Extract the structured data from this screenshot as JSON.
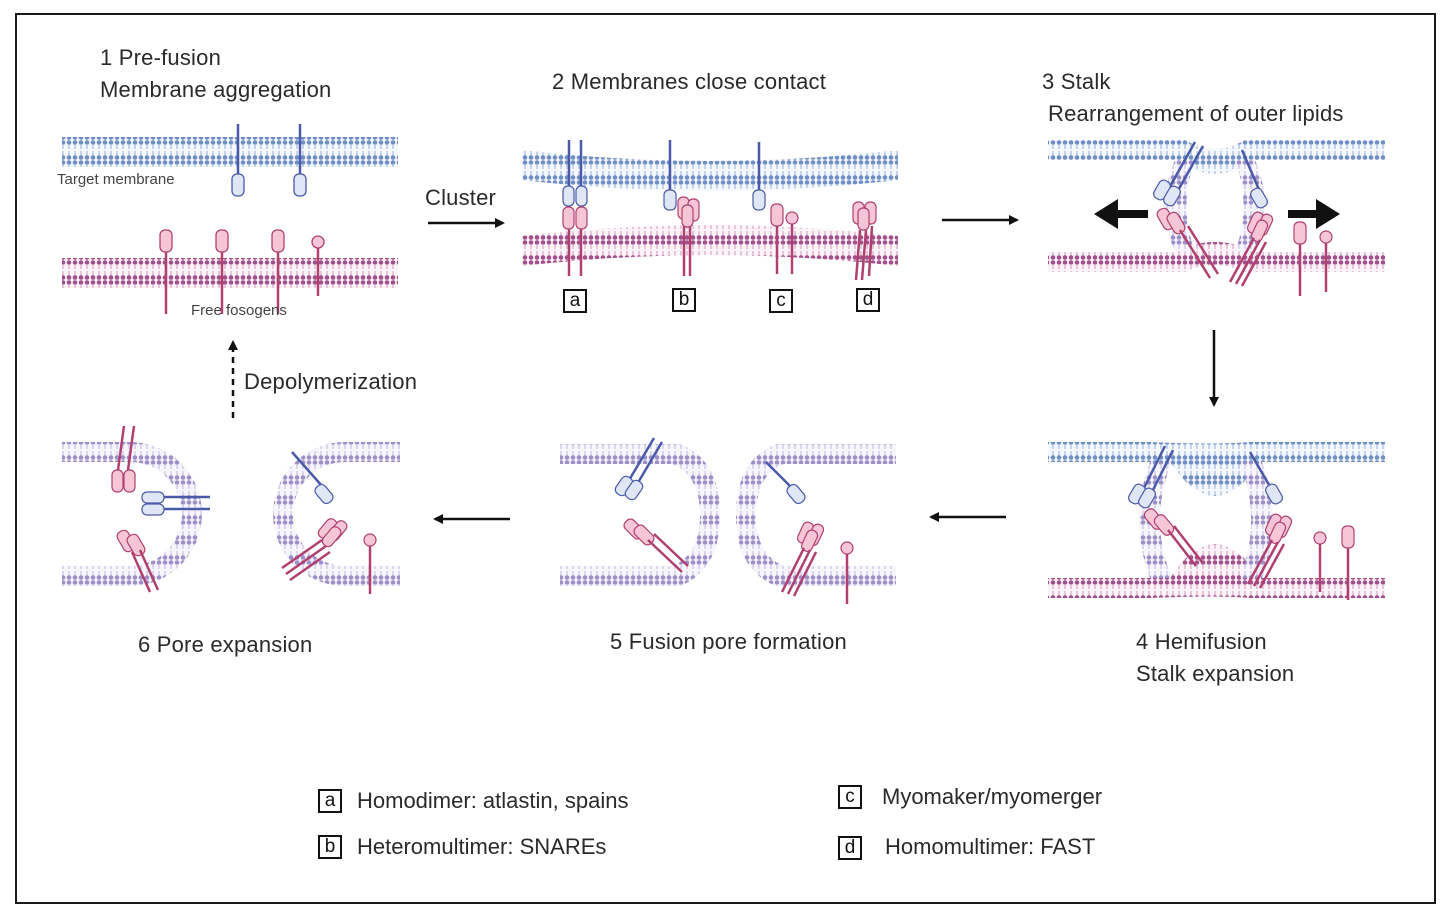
{
  "steps": [
    {
      "id": "1",
      "title": "1 Pre-fusion",
      "subtitle": "Membrane aggregation"
    },
    {
      "id": "2",
      "title": "2 Membranes close contact"
    },
    {
      "id": "3",
      "title": "3 Stalk",
      "subtitle": "Rearrangement of outer lipids"
    },
    {
      "id": "4",
      "title": "4 Hemifusion",
      "subtitle": "Stalk expansion"
    },
    {
      "id": "5",
      "title": "5 Fusion pore formation"
    },
    {
      "id": "6",
      "title": "6 Pore expansion"
    }
  ],
  "membrane_labels": {
    "target": "Target membrane",
    "free": "Free fosogens"
  },
  "arrow_labels": {
    "cluster": "Cluster",
    "depolymerization": "Depolymerization"
  },
  "markers": [
    "a",
    "b",
    "c",
    "d"
  ],
  "legend": [
    {
      "key": "a",
      "text": "Homodimer: atlastin, spains"
    },
    {
      "key": "b",
      "text": "Heteromultimer: SNAREs"
    },
    {
      "key": "c",
      "text": "Myomaker/myomerger"
    },
    {
      "key": "d",
      "text": "Homomultimer: FAST"
    }
  ],
  "colors": {
    "target_membrane": "#6f8fc4",
    "fusogen_membrane": "#a0508a",
    "mixed_membrane": "#9d8fc7",
    "target_protein": "#4a5aa8",
    "fusogen_protein": "#b0406f",
    "protein_head_blue": "#dfe6f5",
    "protein_head_pink": "#f6c6d6",
    "arrow": "#111111"
  }
}
